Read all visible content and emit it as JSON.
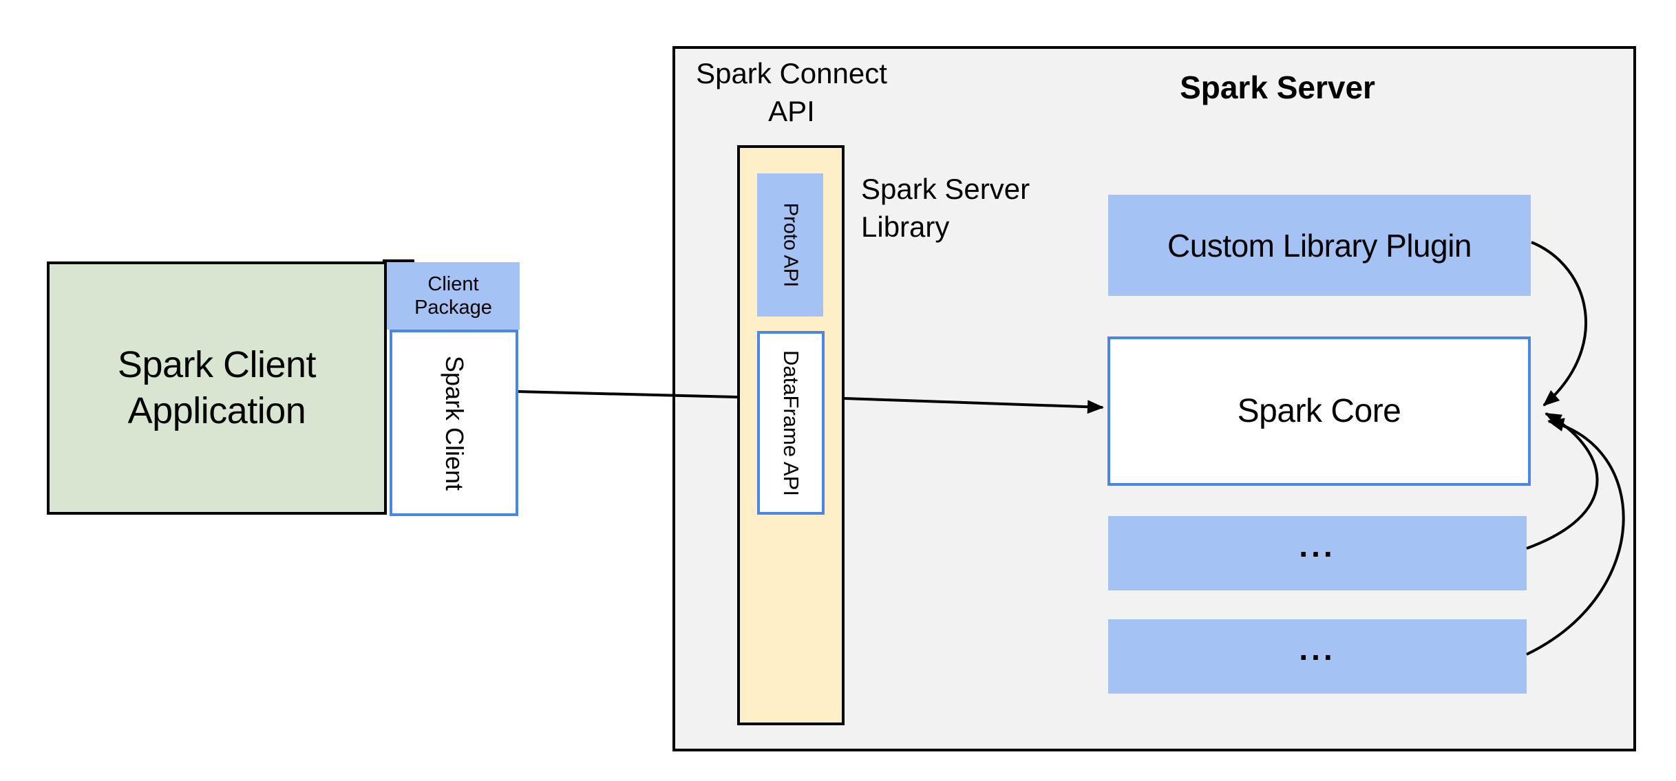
{
  "colors": {
    "ink": "#000000",
    "green_fill": "#d7e5d1",
    "blue_fill": "#a4c2f4",
    "yellow_fill": "#ffefc8",
    "gray_fill": "#f2f2f2",
    "blue_border": "#4a86e8"
  },
  "client": {
    "application_label": "Spark Client\nApplication",
    "package_label": "Client\nPackage",
    "spark_client_label": "Spark Client"
  },
  "connect": {
    "api_label": "Spark Connect\nAPI",
    "proto_api_label": "Proto API",
    "dataframe_api_label": "DataFrame API",
    "server_library_label": "Spark Server\nLibrary"
  },
  "server": {
    "title": "Spark Server",
    "plugin_label": "Custom Library Plugin",
    "core_label": "Spark Core",
    "more_label_1": "...",
    "more_label_2": "..."
  }
}
